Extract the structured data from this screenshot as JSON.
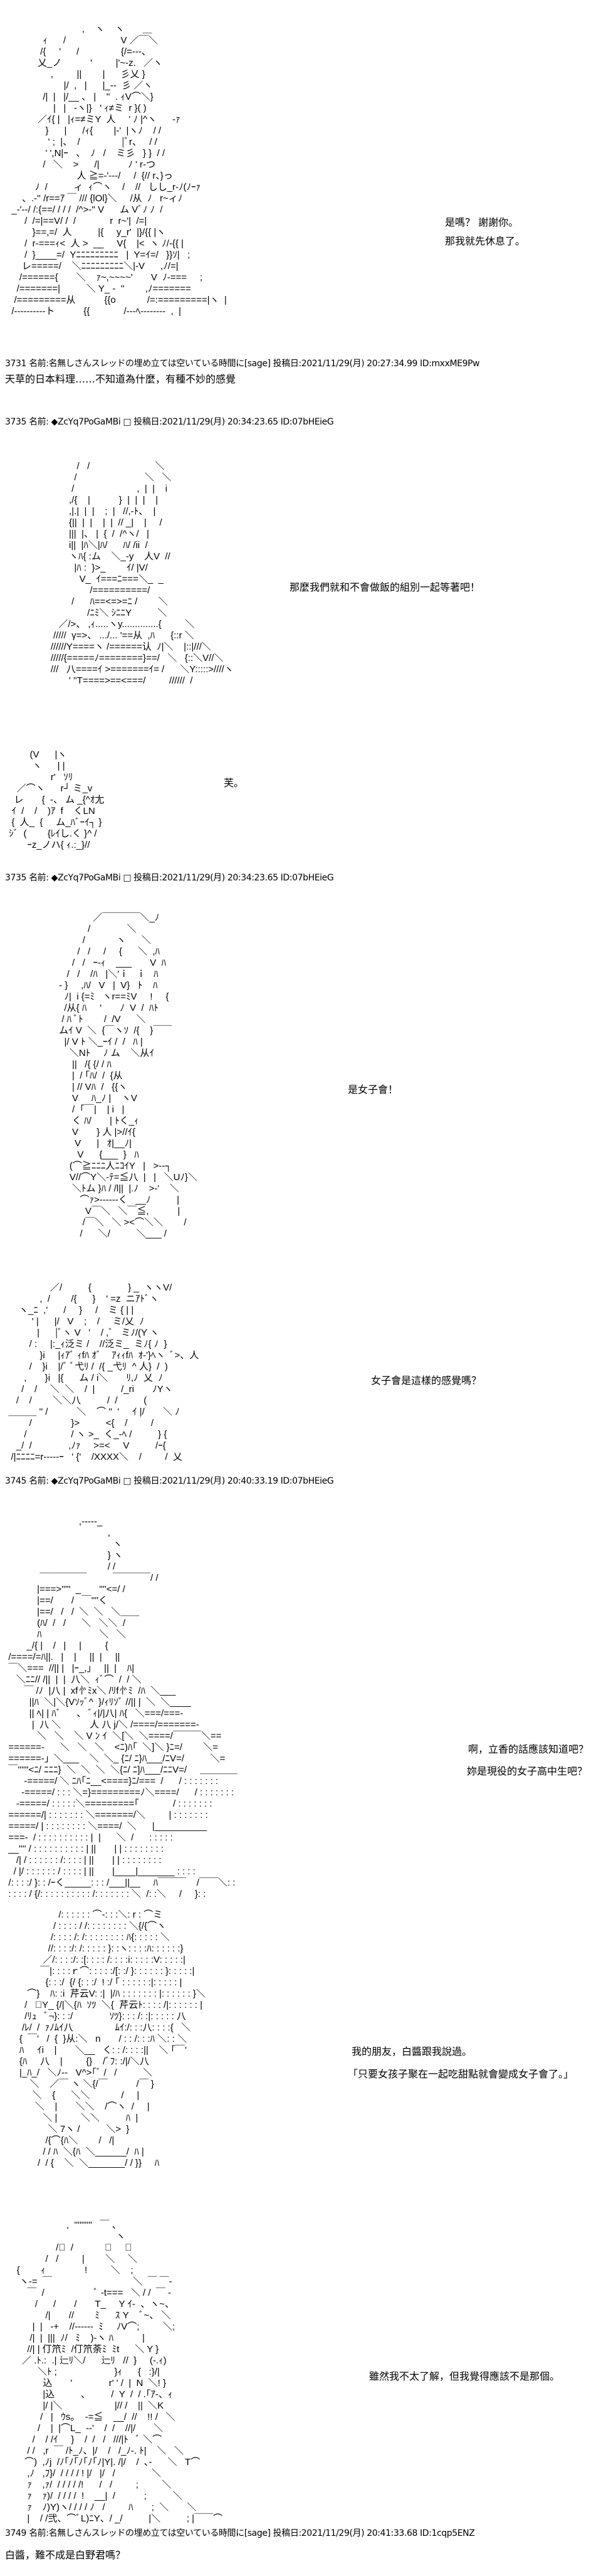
{
  "posts": [
    {
      "header": "3731 名前:名無しさんスレッドの埋め立ては空いている時間に[sage] 投稿日:2021/11/29(月) 20:27:34.99 ID:mxxME9Pw",
      "body": "天草的日本料理……不知道為什麼，有種不妙的感覺"
    },
    {
      "header": "3735 名前: ◆ZcYq7PoGaMBi □ 投稿日:2021/11/29(月) 20:34:23.65 ID:07bHEieG"
    },
    {
      "header": "3735 名前: ◆ZcYq7PoGaMBi □ 投稿日:2021/11/29(月) 20:34:23.65 ID:07bHEieG"
    },
    {
      "header": "3745 名前: ◆ZcYq7PoGaMBi □ 投稿日:2021/11/29(月) 20:40:33.19 ID:07bHEieG"
    },
    {
      "header": "3749 名前:名無しさんスレッドの埋め立ては空いている時間に[sage] 投稿日:2021/11/29(月) 20:41:33.68 ID:1cqp5ENZ",
      "body": "白醬，難不成是白野君嗎？"
    }
  ],
  "dialogue": {
    "d1": "是嗎？ 謝謝你。",
    "d2": "那我就先休息了。",
    "d3": "那麼我們就和不會做飯的組別一起等著吧！",
    "d4": "芙。",
    "d5": "是女子會！",
    "d6": "女子會是這樣的感覺嗎？",
    "d7": "啊，立香的話應該知道吧？",
    "d8": "妳是現役的女子高中生吧？",
    "d9": "我的朋友，白醬跟我說過。",
    "d10": "「只要女孩子聚在一起吃甜點就會變成女子會了。」",
    "d11": "雖然我不太了解，但我覺得應該不是那個。"
  },
  "ascii_art": {
    "aa1": [
      "                             ,    ヽ    ヽ       ＿",
      "              ｨ      /                     V ／￣＼",
      "             /{     '      /                {/=--‐、",
      "            乂_ノ           '         |'~-z.   ／ヽ",
      "                 ,         ||        |      彡乂 }",
      "                      |/  ,   |      |_-‐  彡 ／ヽ",
      "              /|  |   |/__ 、 |    ''  . ｨV⌒＼}",
      "                  |   |   -ヽ|}   ' ｨ≠ミ  r }( )",
      "            ／ｲ{ |   |ｨ=≠ミY  人     ' ﾉ |^ヽ      -ｧ",
      "               }      |      /ｨ{        |-'  |ヽﾉ    / /",
      "                ' ;  |、  /                |ﾞr、   / /",
      "               ' ',N|ｰ   、  ﾉ   /    ミ彡   } }  / /",
      "              /   ＼    >      /|           ﾉ ' r-つ",
      "                           人 ≧=-'---/     /  {// r、}っ",
      "           ﾉ  /          ィ  ｨ⌒ヽ    /    //   しし_r-ﾉ(ﾉｰｧ",
      "      、.-'' /r==ｱ ￣ /// {lOl}＼     /从  ﾉ   r~ィﾉ",
      "  _-'‐‐/ /:{==/ / / /  /^>-'' V      ム Vﾞﾉ ﾉ  /",
      "       /  /=|==V/ /  /             r  r~'|  /=|",
      "          }==,=/  人          |{     y_r'  |}/{{ |ヽ",
      "       /  r‐===ｨ<  人 >  __     V{    |<  ヽ ﾉ/-{{ |",
      "       /  }____=/  Yﾆﾆﾆﾆﾆﾆﾆﾆﾆ   |  Y=ｲ=/   }}ｿ|   ;",
      "      レ=====/    ＼ﾆﾆﾆﾆﾆﾆﾆﾆﾆ＼|‐V      ,ﾉ/=|",
      "     /======{       ＼    ｧ~,~~~~'       V  ﾉ-===     ;",
      "    /=======|          ＼ Y_ -  ''        ,ﾉ=======",
      "   /=========从           {{o            /=:=========|ヽ  |",
      "  /----------ト           {{             /--‐ﾍ--------  ,  |"
    ],
    "aa2": [
      "               /   /                         ＼",
      "              /                          ＼   ＼",
      "             /                        ,  |  |    i",
      "            ,/{    |           }  |  |  |    |",
      "            ,|.|  |  |    ;  |   //,-ﾄ、  |",
      "            {||  |  |    |  |  // _|    |     /",
      "            |||  |、 |  {  /  /^ヽ/   |",
      "            i||  |ﾊ＼|ﾊ/      ﾊ/ /ii  /",
      "            ヽﾊ{ :ム    ＼_-y    人V  //",
      "              |ﾊ :  }>_        ｲ/ |V/",
      "                V_  ｲ===ﾆ===＼_  _",
      "                    /==========/",
      "             /      ﾊ==<=>=ﾆ /        ＼",
      "                   /ﾆﾐ＼ ｼﾆﾆY          ＼",
      "        ／/>、 ,ｨ.....ヽy..............{         ＼",
      "      /////  γ=>、 .../... '==从  ,ﾊ      {::r ＼",
      "     //////Y====ヽ /======认  ﾉ|＼    |::|///＼",
      "     /////{=====ﾉ========}==/   ＼   {::＼V//＼",
      "     ///   八====ｲ >=======ｲ= /      ＼Y:::::>////ヽ",
      "            ' ''T====>==<===/         //////  /"
    ],
    "aa3": [
      "         (V      |ヽ",
      "          ヽ      | |",
      "                 r'   ｿﾘ",
      "    ／⌒ヽ      r┘ ミ_v",
      "   レ       {  ‐、 ム _{^ｵ尢",
      "  ｲ  /    /    )ｱ  f    くLN",
      "  {  人_  {     ム_ﾊﾞｰｲ┐ }",
      " ｼﾞ  (        {ﾚｲし.く }^ /",
      "        ｰz_ノハ{ ｨ.:_}//"
    ],
    "aa4": [
      "                          ／￣￣￣￣＼_ﾉ",
      "                        /              ＼",
      "                      /            ヽ      ＼",
      "                    /   /     /     {      ＼  ,ﾊ",
      "                  /   /   ｰ-ｨ    ___       V  ﾊ",
      "                /   /    /ﾊ   |＼'ｉ   ｉ   ﾊ",
      "             ‐ }     ,ﾊ/   V   |  V}   ﾄ    ﾊ",
      "               ﾉ|  i {=ﾐ   ヽr==ﾐV     !     {",
      "               /从{ ﾊ     '       ﾉ  V  /  ﾊﾄ",
      "              / ﾊ ﾞﾄ        /  /V      ＼",
      "             ムｲ V  ＼  {￣ヽｿ  /{    }￣￣",
      "               |/ V ﾄ ＼_ｰｲ /  /   ﾊ |",
      "                 ＼Nﾄ     ﾉ ム    ＼从ｲ",
      "                  ||   /{ {/ / ﾊ",
      "                  |  / ｢ﾊ/  /  {从",
      "                  | // Vﾊ  /   {{ヽ",
      "                  V     ﾊ_ﾉ |    ヽV",
      "                  /  ｢￣|    | i   |",
      "                  く ﾊ/       | ﾄく_ｨ",
      "                  V       } 人 |>//ｲ{",
      "                   V      |   ｵ|__ﾉ|",
      "                    V      {___  }   ﾊ",
      "                 (⌒≧ﾆﾆﾆ人ﾆｺｲY   |   >‐‐┐",
      "                 V//⌒Y＼-ﾃ=≦八  |   |   ＼Uﾉ}＼",
      "                  ＼ﾄム }ﾊ / /l||  |.ﾉ    >-'    ＼",
      "                     ⌒ｧ>‐‐‐‐‐‐く   __ﾉ          |",
      "                       V￣＼   ＼￣≦,           |",
      "                      /￣＼   ＼ ><⌒＼＼        /",
      "                     /      ＼/          ＼___ /"
    ],
    "aa5": [
      "                  ／/          {              } _  ヽヽV/",
      "              ,  /        /{      }    ' =z  ニｱﾄﾞヽ",
      "      ヽ_ﾆ  ,'      /     }     /    ミ { | |",
      "           ' |      |/   V    ;    /     ミ/乂  ﾉ",
      "             |      |ﾞヽ V   '    / ,ﾞ   ミﾉ/(Y ヽ",
      "          / :     |:_ｨ泛ミ /    //泛ミ_  ミﾉ{ ﾉ  }",
      "              }i     |ｨｱﾞ ｨfﾊ ｵﾞ    ｱｨｨfﾊ  ｵ-'}ﾍヽ  ﾞ>、人",
      "          /    }i    |/ﾞ ﾞ弋ﾘ /  /{ _弋ﾘ  ^ 人}  /  )",
      "        ,       }i   |{      ム / i＼       ﾘ,ﾉ  乂  ﾉ",
      "       /    /     ＼  ＼    /  |          /_ri       ﾉYヽ",
      "     /    /        ＼＼八          /  /          (",
      "  ＿＿＿ '' /           ＼    ⌒ ''  '     ｲ |/       ＼ ﾉ",
      "          /               }>          <{    /         /",
      "        /                 / ヽ >_  く_-ﾍ /          } {",
      "     _/  /              ,ﾉｧ     >=<     V          /ｰ{",
      "   /|ﾆﾆﾆﾆ=r‐‐‐‐‐ｰ   ' {'    /XXXX＼    /         /  乂"
    ],
    "aa6": [
      "                             ,--‐‐-_",
      "                                        ,",
      "                                          ヽ",
      "                                        } ヽ",
      "                                        / /",
      "              ￣￣￣￣￣          ￣￣￣￣/ /",
      "             |===>'''''  _       ''''<=/ /",
      "             |==/       /   ￣''''く",
      "             |==/   /   /  ＼  ＼   ＼＿＿",
      "             (ﾊ/  /   /      ＼   ＼＼  /",
      "             ﾊ                      ＼   ＼",
      "         _/{ |    /   |     |         {",
      "  /====/=ﾊ||.   |    |     ||  |     ||",
      "  ￣＼===  //|| |   |ｰ_,」   ||  |    ﾊ|",
      "     ＼ﾆﾆ// /||  |  |  八＼  ｨﾞ⌒  /  / ＼",
      "        ￣ /ﾉ  |八 |  xf㣺ﾐx＼ /ﾘf㣺ﾐ  /ﾊ  ＼___",
      "          ||ﾊ  ＼|＼{Vｿｯﾞ^  }/ｨﾘｿﾞ //|| |  ＼  ＼____",
      "          || ﾍ| | ﾊﾞ      、 ﾞｨ|/|八| ﾊ{   ＼===/===-",
      "           |  八 ＼           人 八 j/＼ /====/=======-",
      "             ＼   ＼    ＼ V ﾝ ｲ  ＼[＼  ＼====/￣￣￣＼==",
      "  ======-      ＼   ＼   ＼    <ﾆ)ﾊ｢  ＼]＼ }ﾆ=/        ＼=",
      "  ======-」＼___    ＼  ＼_ {ﾆ/ ﾆ}ﾊ___/ﾆV=/          ＼=",
      "  ￣''''''<ﾆ/ ﾆﾆﾆ}  ＼  ＼  ＼  ＼{ﾆ/ ﾆ]ﾊ___/ﾆﾆV=/     ＿＿＿＿",
      "        -=====/ ＼ ﾆﾊ｢ﾆ__<====}ﾆ/===  /      / : : : : : : :",
      "       -=====/ : : : ＼=}=========ﾉ＼====/      / : : : : : : :",
      "     -=====/ : : : : :＼=========｢             / : : : : : : :",
      "  ======/| : : : : : : : ＼=======/＼         | : : : : : : :",
      "  =====/ | : : : : : : : : ＼====/  ＼      |__________",
      "  ===-  / : : : : : : : : : : |  |      ＼  /      : : : : :",
      "  __'''' / : : : : : : : : : : | ||       | | : : : : : : : :",
      "     /| / : : : : : : /: : : : | ||       | | : : : : : : : :",
      "    / |/ : : : : : : / : : : : | ||       |____|_______ : : : :",
      "  /: : : :/ }: : /ｰく_____: : : /___||__     ﾊ￣￣￣    /￣￣＼: :",
      "  : : : : / {/: : : : : : : : : : /: : : : : : : ＼  /: :＼     /     }: :"
    ],
    "aa7": [
      "                    /: : : : : : ⌒‐: : :＼: r : ⌒ミ",
      "                  / : : : : / /: : : : : : : : ＼{/{⌒ヽ",
      "                 /: : : : /: /: : : : : : : : ﾊ{: : : : : ＼",
      "                //: : : :/: /: : : : : }: :ヽ: : : :ﾊ: : : : : :}",
      "              ／/: : : :/: :[: : : : /: : : :i: : : : :V: : : : :|",
      "             ￣|: : : :ｒ⌒: : : : :/[: :/ }: : : : : : }: : : : :|",
      "               {: : :/  {/ {: : :/  ! :/ ｢ : : : : : :|: : : : : |",
      "        ⌒}    ﾊ: :i  芹云V: :|  |/ﾊ : : : : : : : |: : : : : : }＼",
      "       /   ﾞY_ {/|＼{ﾊ  ｿﾂ  ＼{  芹云ﾄ: : : : /|: : : : : : |",
      "       /ﾘｭ   ﾞ¬}: : :/              ｿﾂ}: : : /: :|: : : : : 八",
      "      /ﾚ/  /  ｧﾉﾑｲ八                ﾑｲ:/: : :八: : : :{   ＼",
      "     {  ￣'   /  {  }从:＼   n       / : : /: : :ﾊ ＼: : ＼",
      "     ﾊ     ｲi    |       ＼__   く: : /: : : :||    ＼ ｢￣'",
      "     {ﾊ     八    |         {}    /ﾞﾌ: :/|/＼八",
      "     |_ﾊ_/   ＼ﾉ‐‐   V^>｢ﾞ /   /          ＼",
      "         ＼    ／￣ ヽ ＼{/￣           /￣ }",
      "          ＼    {      ＼＼            /     |",
      "           ＼    |       ＼＼    /⌒ヽ  /     |",
      "              ＼ |         ＼＼          ﾊ  |",
      "                ＼ 7ヽ /          ＼>  }",
      "               /{⌒{ﾊ＼        /   /|",
      "              / / ﾊ  ＼{ﾊ  ＼______/  ﾊ |",
      "            /  / {    ＼  ＼_______/ / }}     ﾊ"
    ],
    "aa8": [
      "                       ,  ''''''''''   ￣ 、",
      "                                          ヽ",
      "                   /ﾞ  /            ＼     ＼",
      "               /   /         |        ＼     ＼",
      "    {        ｨ               !         ＼    ;",
      "     ヽ‐=  ￣                               ＼  ￣ ￣-",
      "        ￣  /                   ﾞ -t===   ＼ / /  ￣ -",
      "           /      /       /       T_     Y ｲ‐  、ヽ~、",
      "               /|       //        ﾐ      ｽ Y    ﾞ~、 ＼",
      "          |  |   -+    //‐‐‐‐‐‐  ﾐ     ﾉV⌒;         ＼;",
      "         /|  |  |||  ﾉ/   ﾐ    )-ヽ ﾊ           |",
      "        //| | 仃笊ﾐ  /仃笊荼ﾐ  ﾐt      ＼ Y }",
      "      ／ .ﾄ.:  .| 辷ﾘ＼/      辷ﾘ   //  }     (‐.ｨ)",
      "            ＼ﾄ ;                      }ｨ      {   :}/|",
      "              込       '              r' ' /  |  N  ＼! }",
      "              |込          、        /  Y  /  / .｢ｱ-、ｨ",
      "              |/ |＼                    |// /    ||  ＼K",
      "             /   |   ｳs。  -=≦    __/  //    !! /   ＼",
      "            /    |  |⌒L_  -‐'    /  /    //|/       ＼",
      "          /    / /ｲ     }    /  /   /   ///|ﾄ   ﾞ ＼⌒",
      "        / /   ,r  ￣ /ﾄ_ﾉ、|/    /   /_ﾉ-. ﾄ|    ＼   ＼",
      "       ⌒)  ,ﾉj  /ﾉ｢ﾉ｢ﾉ｢ﾉ｢ﾉ|Y|. /|/    /  ､-      ＼   T⌒",
      "        ,ﾉ   ,ﾌ}/  / / / / ! |/   |/   /              ＼",
      "        ｧ    ,ｧ/  / / / / /!      /   /         ;         ＼",
      "        ｧ    ｧ)/  / / / /  !    __|  /           ;          ＼",
      "        ｧ    ﾉ)Y)ヽ/ / / / ﾉ   /         ﾊ       ;  ＼       ＼",
      "        |    / /弐、⌒ﾞL)ﾆY、/ _/          |＼          ; |￣￣⌒"
    ]
  }
}
